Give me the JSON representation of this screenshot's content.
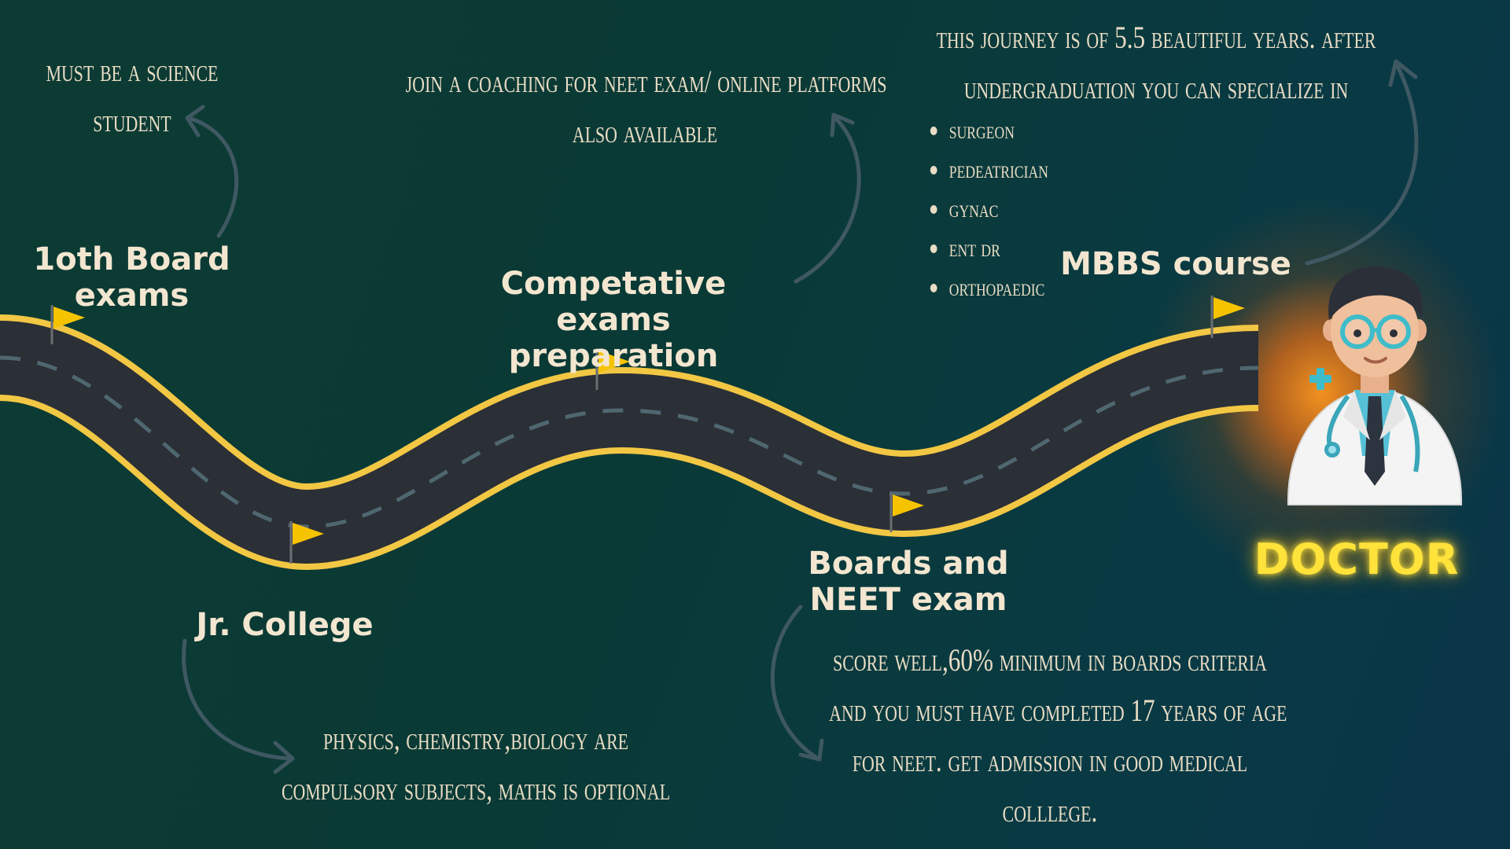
{
  "colors": {
    "background": "#0c3a3a",
    "road": "#2b2f36",
    "road_edge": "#f2c744",
    "lane_dash": "#4f6770",
    "flag": "#f6c300",
    "heading_text": "#f3e6d0",
    "note_text": "#e9dcc4",
    "arrow": "#3f5862",
    "doctor_label": "#ffe23a",
    "glow": "#f08a1c"
  },
  "stages": {
    "board": {
      "line1": "1oth Board",
      "line2": "exams"
    },
    "jr_college": {
      "line1": "Jr. College"
    },
    "competitive": {
      "line1": "Competative exams",
      "line2": "preparation"
    },
    "boards_neet": {
      "line1": "Boards and",
      "line2": "NEET exam"
    },
    "mbbs": {
      "line1": "MBBS course"
    }
  },
  "notes": {
    "science": {
      "line1": "must be a Science",
      "line2": "student"
    },
    "subjects": {
      "line1": "Physics, Chemistry,biology are",
      "line2": "compulsory subjects, maths is optional"
    },
    "coaching": {
      "line1": "Join a coaching for NEET exam/ online platforms",
      "line2": "also available"
    },
    "score": {
      "line1": "Score well,60% minimum in boards criteria",
      "line2": "and you must have completed 17 years of age",
      "line3": "for neet. get admission in good medical",
      "line4": "colllege."
    },
    "journey": {
      "line1": "this journey is of 5.5 beautiful years. after",
      "line2": "undergraduation you can specialize in"
    }
  },
  "specializations": [
    "surgeon",
    "pedeatrician",
    "gynac",
    "ent dr",
    "orthopaedic"
  ],
  "destination": {
    "label": "DOCTOR"
  },
  "icons": {
    "flag": "flag-icon",
    "doctor": "doctor-avatar-icon",
    "medical_cross": "medical-cross-icon"
  }
}
